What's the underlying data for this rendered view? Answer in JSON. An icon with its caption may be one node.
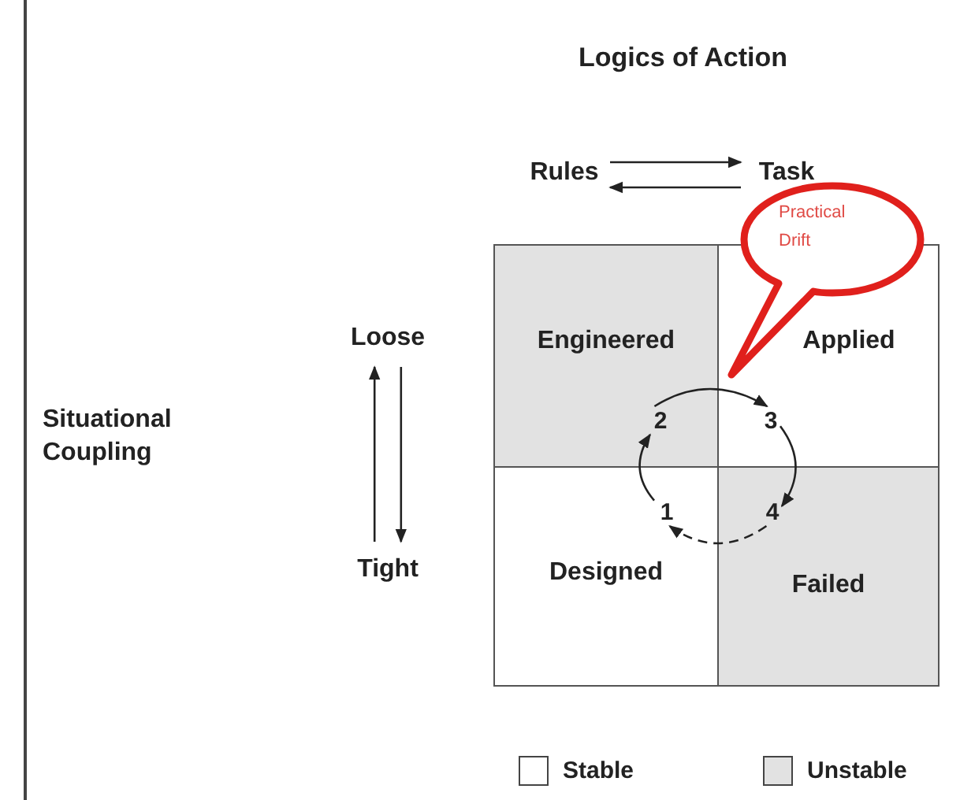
{
  "diagram": {
    "title": "Logics of Action",
    "nodes": [
      {
        "text": [
          "Rules"
        ]
      },
      {
        "text": [
          "Task"
        ]
      },
      {
        "text": [
          "Loose"
        ]
      },
      {
        "text": [
          "Tight"
        ]
      },
      {
        "text": [
          "Engineered"
        ]
      },
      {
        "text": [
          "2"
        ],
        "in": 4
      },
      {
        "text": [
          "Applied"
        ]
      },
      {
        "text": [
          "3"
        ],
        "in": 6
      },
      {
        "text": [
          "Practical Drift"
        ]
      },
      {
        "text": [
          "Designed"
        ]
      },
      {
        "text": [
          "1"
        ],
        "in": 9
      },
      {
        "text": [
          "Failed"
        ]
      },
      {
        "text": [
          "4"
        ],
        "in": 11
      }
    ],
    "edges": [
      {
        "from": 0,
        "to": 1,
        "arrow": "to"
      },
      {
        "from": 1,
        "to": 0,
        "arrow": "to"
      },
      {
        "from": 3,
        "to": 2,
        "arrow": "to"
      },
      {
        "from": 2,
        "to": 3,
        "arrow": "to"
      },
      {
        "from": 10,
        "to": 5,
        "arrow": "to"
      },
      {
        "from": 5,
        "to": 7,
        "arrow": "to"
      },
      {
        "from": 7,
        "to": 12,
        "arrow": "to"
      },
      {
        "from": 12,
        "to": 10,
        "arrow": "to",
        "style": "dashed"
      }
    ],
    "labels": [
      "Situational Coupling"
    ],
    "legend": [
      {
        "text": "Stable",
        "color": "#ffffff"
      },
      {
        "text": "Unstable",
        "color": "#e2e2e2"
      }
    ]
  }
}
